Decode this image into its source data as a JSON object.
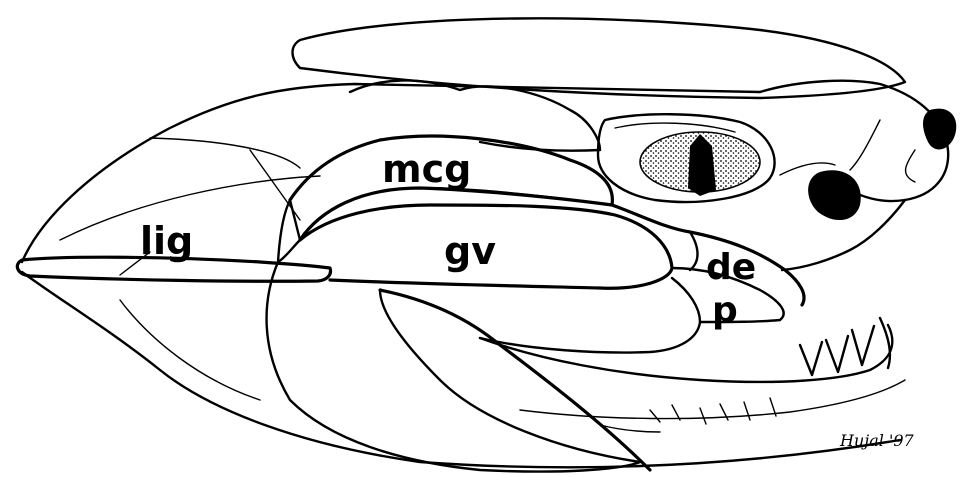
{
  "figure": {
    "labels": {
      "lig": "lig",
      "mcg": "mcg",
      "gv": "gv",
      "de": "de",
      "p": "p"
    },
    "signature": "Hujal '97"
  }
}
